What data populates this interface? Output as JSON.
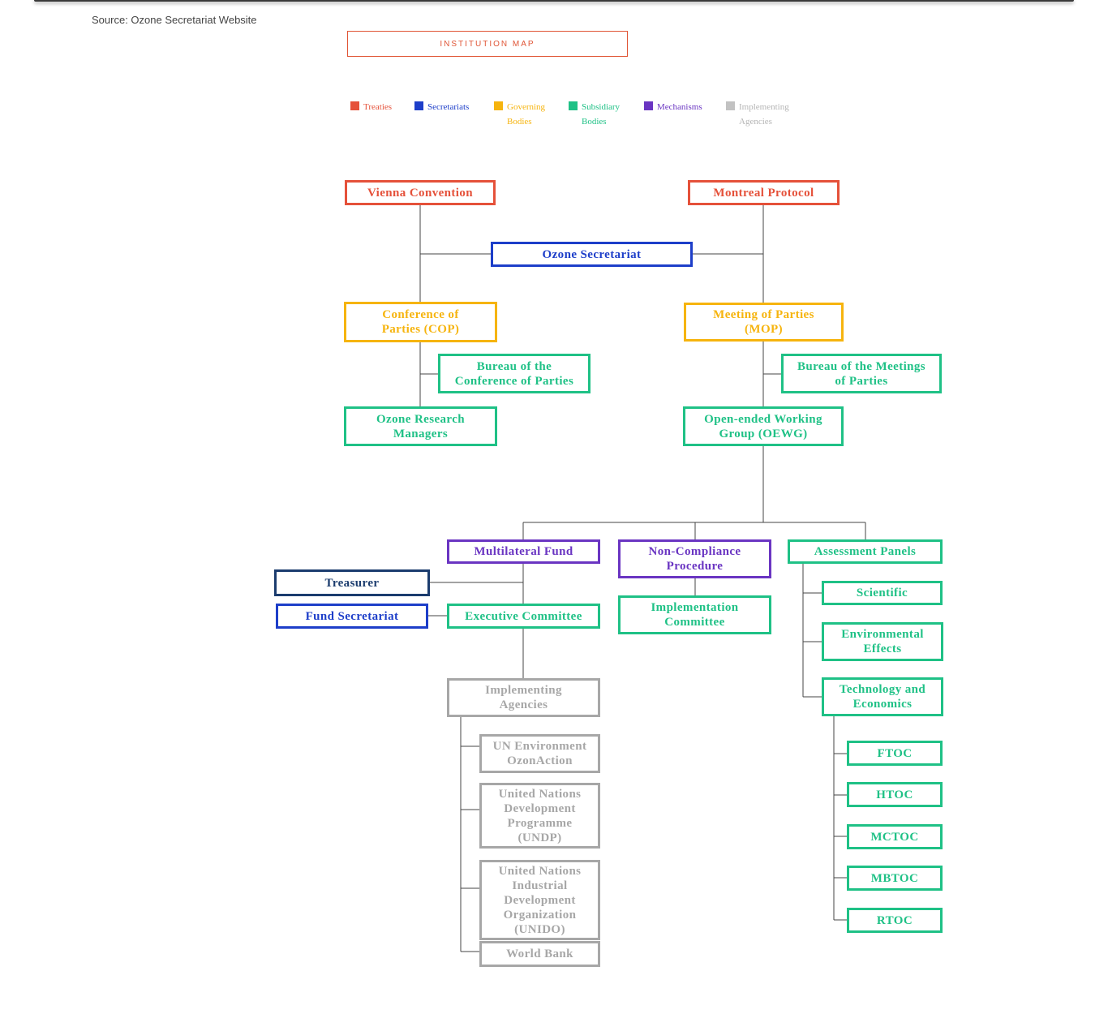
{
  "source_text": "Source: Ozone Secretariat Website",
  "map_title": "INSTITUTION MAP",
  "colors": {
    "treaties": "#e5513a",
    "secretariats": "#1d3ec9",
    "governing_bodies": "#f6b40e",
    "subsidiary_bodies": "#1fc186",
    "mechanisms": "#6a35c2",
    "implementing_agencies": "#a7a7a7",
    "treasurer": "#1b3c6e"
  },
  "legend": {
    "treaties": "Treaties",
    "secretariats": "Secretariats",
    "governing_1": "Governing",
    "governing_2": "Bodies",
    "subsidiary_1": "Subsidiary",
    "subsidiary_2": "Bodies",
    "mechanisms": "Mechanisms",
    "implementing_1": "Implementing",
    "implementing_2": "Agencies"
  },
  "nodes": {
    "vienna": [
      "Vienna Convention"
    ],
    "montreal": [
      "Montreal Protocol"
    ],
    "ozone_secretariat": [
      "Ozone Secretariat"
    ],
    "cop": [
      "Conference of",
      "Parties (COP)"
    ],
    "mop": [
      "Meeting of Parties",
      "(MOP)"
    ],
    "bureau_cop": [
      "Bureau of the",
      "Conference of Parties"
    ],
    "bureau_mop": [
      "Bureau of the Meetings",
      "of Parties"
    ],
    "orm": [
      "Ozone Research",
      "Managers"
    ],
    "oewg": [
      "Open-ended Working",
      "Group (OEWG)"
    ],
    "mlf": [
      "Multilateral Fund"
    ],
    "ncp": [
      "Non-Compliance",
      "Procedure"
    ],
    "assessment": [
      "Assessment Panels"
    ],
    "treasurer": [
      "Treasurer"
    ],
    "fund_secretariat": [
      "Fund Secretariat"
    ],
    "exec_committee": [
      "Executive Committee"
    ],
    "impl_committee": [
      "Implementation",
      "Committee"
    ],
    "scientific": [
      "Scientific"
    ],
    "env_effects": [
      "Environmental",
      "Effects"
    ],
    "teap": [
      "Technology and",
      "Economics"
    ],
    "impl_agencies": [
      "Implementing",
      "Agencies"
    ],
    "unep": [
      "UN Environment",
      "OzonAction"
    ],
    "undp": [
      "United Nations",
      "Development",
      "Programme",
      "(UNDP)"
    ],
    "unido": [
      "United Nations",
      "Industrial",
      "Development",
      "Organization",
      "(UNIDO)"
    ],
    "world_bank": [
      "World Bank"
    ],
    "ftoc": [
      "FTOC"
    ],
    "htoc": [
      "HTOC"
    ],
    "mctoc": [
      "MCTOC"
    ],
    "mbtoc": [
      "MBTOC"
    ],
    "rtoc": [
      "RTOC"
    ]
  }
}
